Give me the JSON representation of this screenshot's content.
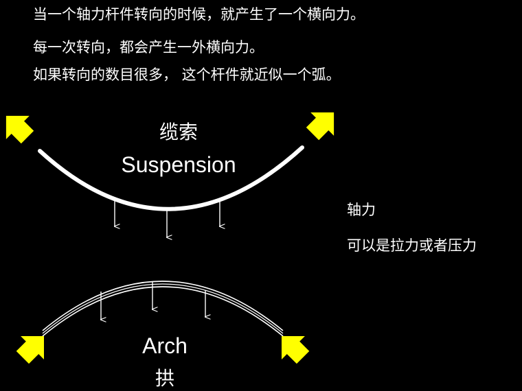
{
  "intro": {
    "line1": "当一个轴力杆件转向的时候，就产生了一个横向力。",
    "line2": "每一次转向，都会产生一外横向力。",
    "line3": "如果转向的数目很多， 这个杆件就近似一个弧。"
  },
  "suspension": {
    "label_cn": "缆索",
    "label_en": "Suspension"
  },
  "arch": {
    "label_en": "Arch",
    "label_cn": "拱"
  },
  "side_note": {
    "line1": "轴力",
    "line2": "可以是拉力或者压力"
  },
  "colors": {
    "background": "#000000",
    "text": "#ffffff",
    "arrow": "#ffff00",
    "curve": "#ffffff"
  }
}
